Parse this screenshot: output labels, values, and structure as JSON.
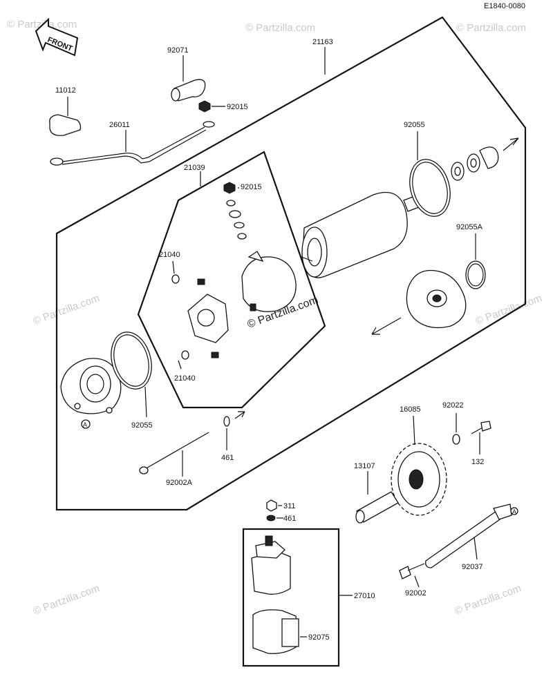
{
  "diagram_code": "E1840-0080",
  "front_label": "FRONT",
  "watermark": "© Partzilla.com",
  "watermark_center": "© Partzilla.com",
  "callouts": {
    "p92071": "92071",
    "p21163": "21163",
    "p11012": "11012",
    "p92015_top": "92015",
    "p26011": "26011",
    "p92055_top": "92055",
    "p21039": "21039",
    "p92015_kit": "92015",
    "p92055a": "92055A",
    "p21040_top": "21040",
    "p21040_bottom": "21040",
    "p92055_bottom": "92055",
    "p461_mid": "461",
    "p92002a": "92002A",
    "p92022": "92022",
    "p16085": "16085",
    "p132": "132",
    "p13107": "13107",
    "p311": "311",
    "p461_low": "461",
    "p27010": "27010",
    "p92037": "92037",
    "p92002": "92002",
    "p92075": "92075",
    "ref_a": "A"
  }
}
